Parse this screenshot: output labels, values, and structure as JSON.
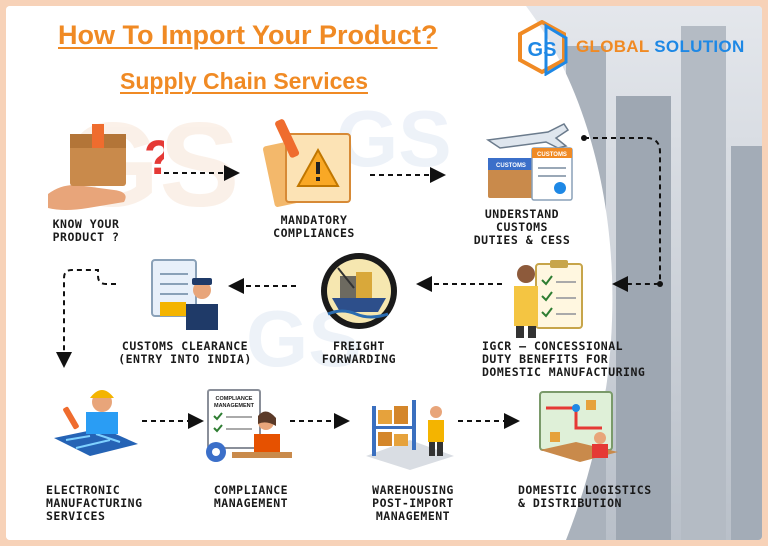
{
  "title": "How To Import Your Product?",
  "subtitle": "Supply Chain Services",
  "brand": {
    "word1": "GLOBAL",
    "word2": "SOLUTION",
    "mark": "GS"
  },
  "colors": {
    "accent": "#f08a24",
    "brand_blue": "#1e88e5",
    "dark": "#1a1a1a"
  },
  "steps": [
    {
      "icon": "package-question-icon",
      "lines": [
        "KNOW YOUR",
        "PRODUCT ?"
      ]
    },
    {
      "icon": "compliance-documents-icon",
      "lines": [
        "MANDATORY",
        "COMPLIANCES"
      ]
    },
    {
      "icon": "customs-airplane-icon",
      "lines": [
        "UNDERSTAND",
        "CUSTOMS",
        "DUTIES & CESS"
      ]
    },
    {
      "icon": "clipboard-person-icon",
      "lines": [
        "IGCR – CONCESSIONAL",
        "DUTY BENEFITS FOR",
        "DOMESTIC MANUFACTURING"
      ]
    },
    {
      "icon": "cargo-ship-icon",
      "lines": [
        "FREIGHT",
        "FORWARDING"
      ]
    },
    {
      "icon": "customs-officer-icon",
      "lines": [
        "CUSTOMS CLEARANCE",
        "(ENTRY INTO INDIA)"
      ]
    },
    {
      "icon": "engineer-circuit-icon",
      "lines": [
        "ELECTRONIC",
        "MANUFACTURING",
        "SERVICES"
      ]
    },
    {
      "icon": "compliance-management-icon",
      "lines": [
        "COMPLIANCE",
        "MANAGEMENT"
      ],
      "board_text": "COMPLIANCE MANAGEMENT"
    },
    {
      "icon": "warehouse-icon",
      "lines": [
        "WAREHOUSING",
        "POST-IMPORT",
        "MANAGEMENT"
      ]
    },
    {
      "icon": "logistics-map-icon",
      "lines": [
        "DOMESTIC LOGISTICS",
        "& DISTRIBUTION"
      ]
    }
  ]
}
